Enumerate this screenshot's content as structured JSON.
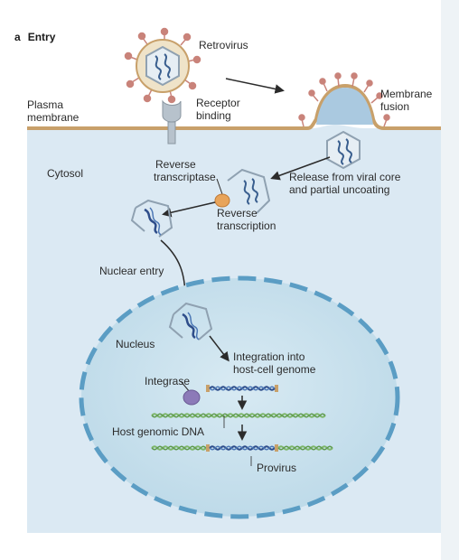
{
  "panel": {
    "letter": "a",
    "title": "Entry"
  },
  "labels": {
    "retrovirus": "Retrovirus",
    "receptor_binding": [
      "Receptor",
      "binding"
    ],
    "plasma_membrane": [
      "Plasma",
      "membrane"
    ],
    "membrane_fusion": [
      "Membrane",
      "fusion"
    ],
    "cytosol": "Cytosol",
    "reverse_transcriptase": [
      "Reverse",
      "transcriptase"
    ],
    "release": [
      "Release from viral core",
      "and partial uncoating"
    ],
    "reverse_transcription": [
      "Reverse",
      "transcription"
    ],
    "nuclear_entry": "Nuclear entry",
    "nucleus": "Nucleus",
    "integration": [
      "Integration into",
      "host-cell genome"
    ],
    "integrase": "Integrase",
    "host_genomic_dna": "Host genomic DNA",
    "provirus": "Provirus"
  },
  "colors": {
    "cytosol": "#dbe9f3",
    "membrane": "#c8a06a",
    "nucleus_fill": "#c9e1ee",
    "nucleus_border": "#5b9dc4",
    "virus_spike": "#c9837a",
    "virus_envelope": "#efe3c8",
    "capsid": "#8fa1b1",
    "rna": "#3a5f8f",
    "host_dna": "#7db66a",
    "viral_dna": "#2e4d8a",
    "reverse_transcriptase": "#e8a45a",
    "integrase": "#8c7ab8",
    "arrow": "#2b2b2b"
  }
}
